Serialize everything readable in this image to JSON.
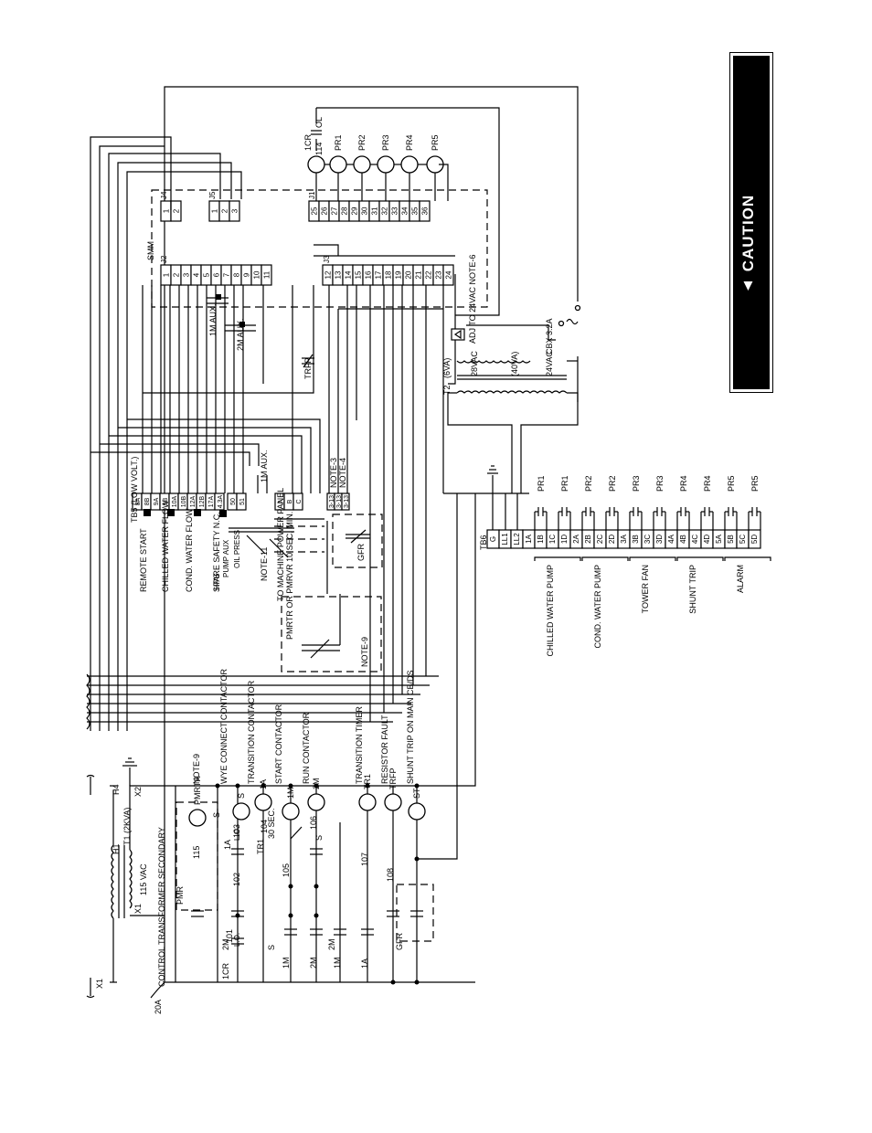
{
  "caution": {
    "label": "CAUTION",
    "icon": "warning-triangle-icon"
  },
  "smm": {
    "title": "SMM",
    "j2": {
      "name": "J2",
      "pins": [
        "1",
        "2",
        "3",
        "4",
        "5",
        "6",
        "7",
        "8",
        "9",
        "10",
        "11"
      ]
    },
    "j3": {
      "name": "J3",
      "pins": [
        "12",
        "13",
        "14",
        "15",
        "16",
        "17",
        "18",
        "19",
        "20",
        "21",
        "22",
        "23",
        "24"
      ]
    },
    "j1": {
      "name": "J1",
      "pins": [
        "25",
        "26",
        "27",
        "28",
        "29",
        "30",
        "31",
        "32",
        "33",
        "34",
        "35",
        "36"
      ]
    },
    "j4": {
      "name": "J4",
      "pins": [
        "1",
        "2"
      ]
    },
    "j5": {
      "name": "J5",
      "pins": [
        "1",
        "2",
        "3"
      ]
    }
  },
  "tb5": {
    "title": "TB5 (LOW VOLT.)",
    "terminals": [
      "8A",
      "8B",
      "9A",
      "9B",
      "10A",
      "10B",
      "12A",
      "12B",
      "17A",
      "4.3A",
      "50",
      "51",
      "A",
      "B",
      "C",
      "3-13",
      "3-13",
      "3-13"
    ]
  },
  "tb6": {
    "title": "TB6",
    "terminals": [
      "G",
      "LL1",
      "LL2",
      "1A",
      "1B",
      "1C",
      "1D",
      "2A",
      "2B",
      "2C",
      "2D",
      "3A",
      "3B",
      "3C",
      "3D",
      "4A",
      "4B",
      "4C",
      "4D",
      "5A",
      "5B",
      "5C",
      "5D"
    ]
  },
  "relays": [
    "1CR",
    "PR1",
    "PR2",
    "PR3",
    "PR4",
    "PR5"
  ],
  "pr_labels": [
    "PR1",
    "PR1",
    "PR2",
    "PR2",
    "PR3",
    "PR3",
    "PR4",
    "PR4",
    "PR5",
    "PR5"
  ],
  "outputs": [
    "CHILLED WATER PUMP",
    "COND. WATER PUMP",
    "TOWER FAN",
    "SHUNT TRIP",
    "ALARM"
  ],
  "inputs": [
    "REMOTE START",
    "CHILLED WATER FLOW",
    "COND. WATER FLOW",
    "SPARE SAFETY N.C."
  ],
  "labels": {
    "ol": "OL",
    "w114": "114",
    "aux1m": "1M AUX.",
    "aux2m": "2M AUX.",
    "trfp": "TRFP",
    "t2": "T2",
    "t2_6va": "(6VA)",
    "t2_40va": "(40VA)",
    "v28": "28VAC",
    "v24": "24VAC",
    "adj": "ADJ TO 24VAC NOTE-6",
    "cbx": "CBX 3.2A",
    "note3": "NOTE-3",
    "note4": "NOTE-4",
    "aux1m_tb5": "1M AUX.",
    "hps": "HPS",
    "pumpaux": "PUMP AUX",
    "oilpress": "OIL PRESS",
    "note11": "NOTE-11",
    "machine_panel": "TO MACHINE POWER PANEL",
    "gfr": "GFR",
    "pmrtr_box": "PMRTR OR PMRVR 10 SEC. MIN.",
    "note9": "NOTE-9",
    "ground": "ground-symbol"
  },
  "left": {
    "h1": "H1",
    "h4": "H4",
    "t1": "T1 (2KVA)",
    "x1": "X1",
    "x2": "X2",
    "vac": "115 VAC",
    "x1_left": "X1",
    "fuse": "20A",
    "secondary": "CONTROL TRANSFORMER SECONDARY",
    "wires": [
      "101",
      "102",
      "103",
      "104",
      "105",
      "106",
      "107",
      "108",
      "115"
    ],
    "contacts": [
      "1CR",
      "2M",
      "2M",
      "1A",
      "TR1",
      "30 SEC.",
      "S",
      "S",
      "1M",
      "2M",
      "1M",
      "1A",
      "GFR",
      "PMR",
      "S"
    ],
    "lo1": "L.O.",
    "lo2": "L.O.",
    "coils": [
      "PMRTR",
      "S",
      "1A",
      "1M",
      "2M",
      "TR1",
      "TRFP",
      "ST"
    ],
    "functions": [
      "NOTE-9",
      "WYE CONNECT CONTACTOR",
      "TRANSITION CONTACTOR",
      "START CONTACTOR",
      "RUN CONTACTOR",
      "TRANSITION TIMER",
      "RESISTOR FAULT",
      "SHUNT TRIP ON MAIN CB/DS"
    ]
  }
}
